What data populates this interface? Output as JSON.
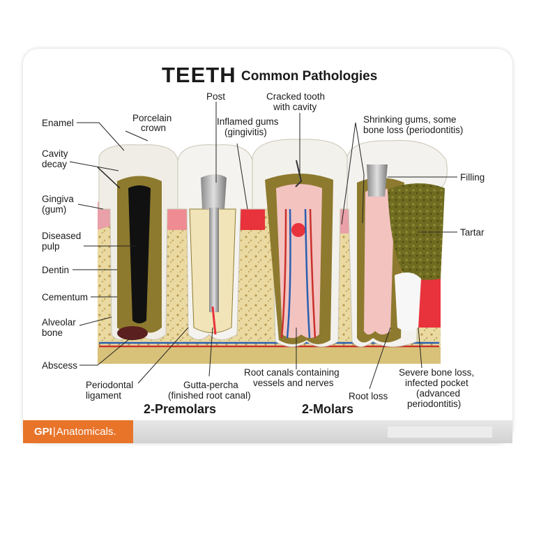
{
  "title": {
    "main": "TEETH",
    "sub": "Common Pathologies"
  },
  "labels": {
    "enamel": "Enamel",
    "porcelain_crown_1": "Porcelain",
    "porcelain_crown_2": "crown",
    "post": "Post",
    "cracked_1": "Cracked tooth",
    "cracked_2": "with cavity",
    "inflamed_1": "Inflamed gums",
    "inflamed_2": "(gingivitis)",
    "shrinking_1": "Shrinking gums, some",
    "shrinking_2": "bone loss (periodontitis)",
    "cavity_1": "Cavity",
    "cavity_2": "decay",
    "filling": "Filling",
    "gingiva_1": "Gingiva",
    "gingiva_2": "(gum)",
    "tartar": "Tartar",
    "diseased_1": "Diseased",
    "diseased_2": "pulp",
    "dentin": "Dentin",
    "cementum": "Cementum",
    "alveolar_1": "Alveolar",
    "alveolar_2": "bone",
    "abscess": "Abscess",
    "periodontal_1": "Periodontal",
    "periodontal_2": "ligament",
    "gutta_1": "Gutta-percha",
    "gutta_2": "(finished root canal)",
    "rootcanals_1": "Root canals containing",
    "rootcanals_2": "vessels and nerves",
    "rootloss": "Root loss",
    "severe_1": "Severe bone loss,",
    "severe_2": "infected pocket",
    "severe_3": "(advanced",
    "severe_4": "periodontitis)"
  },
  "groups": {
    "premolars": "2-Premolars",
    "molars": "2-Molars"
  },
  "footer": {
    "brand_bold": "GPI",
    "separator": "|",
    "brand_rest": "Anatomicals."
  },
  "colors": {
    "enamel": "#f2f2ee",
    "dentin": "#8d7a2e",
    "bone": "#e9d9a2",
    "gum": "#e9a0a8",
    "inflamed": "#e8323c",
    "pulp": "#f3b8b8",
    "tartar": "#6b6a1e",
    "brand": "#e8742a"
  }
}
